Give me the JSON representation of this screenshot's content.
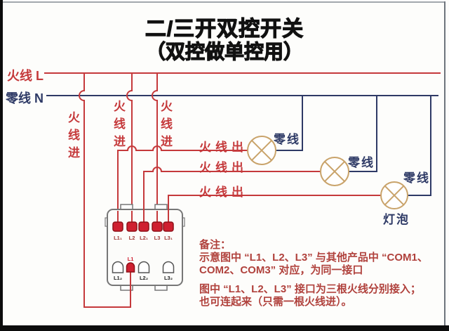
{
  "title": {
    "line1": "二/三开双控开关",
    "line2": "（双控做单控用）"
  },
  "power": {
    "live": "火线 L",
    "neutral": "零线 N"
  },
  "wire_labels": {
    "live_in": [
      "火线进",
      "火线进",
      "火线进"
    ],
    "live_out": [
      "火线出",
      "火线出",
      "火线出"
    ],
    "neutral": [
      "零线",
      "零线",
      "零线"
    ],
    "bulb": "灯泡"
  },
  "switch": {
    "top_terminals": [
      "L1₁",
      "L2",
      "L2₁",
      "L3",
      "L3₁"
    ],
    "com_terminal": "L1",
    "bottom_terminals": [
      "L1₂",
      "L2₂",
      "L3₂"
    ]
  },
  "notes": {
    "heading": "备注：",
    "lines": [
      "示意图中 “L1、L2、L3” 与其他产品中 “COM1、",
      "COM2、COM3” 对应，为同一接口",
      "图中 “L1、L2、L3” 接口为三根火线分别接入；",
      "也可连起来（只需一根火线进）。"
    ]
  },
  "colors": {
    "live": "#c5393b",
    "neutral": "#2e3a66",
    "lamp": "#c9a36a",
    "note": "#b0413c",
    "frame": "#9c9c9c",
    "terminal_red": "#cf2030"
  }
}
